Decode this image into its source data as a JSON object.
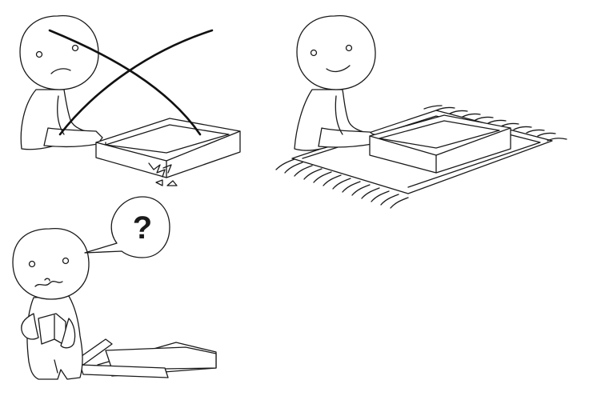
{
  "panels": [
    {
      "id": "no-rug",
      "status": "rejected",
      "mood": "worried"
    },
    {
      "id": "with-rug",
      "status": "approved",
      "mood": "happy"
    },
    {
      "id": "confused-reading",
      "status": "question",
      "mood": "confused"
    }
  ],
  "speech_bubble": {
    "text": "?"
  },
  "colors": {
    "line": "#1a1a1a",
    "background": "#ffffff"
  }
}
